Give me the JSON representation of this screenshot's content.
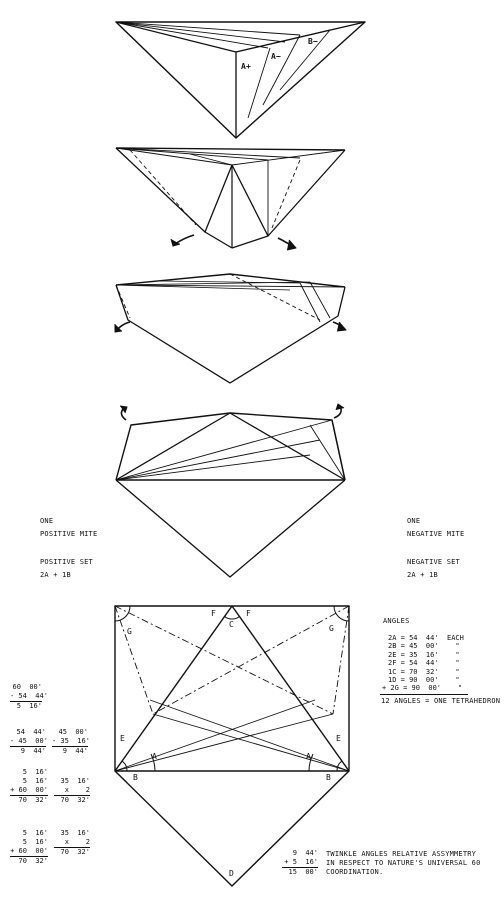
{
  "fig1": {
    "labels": [
      "A+",
      "A−",
      "B−"
    ]
  },
  "positive": {
    "title1": "ONE",
    "title2": "POSITIVE MITE",
    "set": "POSITIVE SET",
    "formula": "2A + 1B"
  },
  "negative": {
    "title1": "ONE",
    "title2": "NEGATIVE MITE",
    "set": "NEGATIVE SET",
    "formula": "2A + 1B"
  },
  "diagram": {
    "vertex_labels": {
      "F_left": "F",
      "F_right": "F",
      "C": "C",
      "G_left": "G",
      "G_right": "G",
      "E_left": "E",
      "E_right": "E",
      "A_left": "A",
      "A_right": "A",
      "B_left": "B",
      "B_right": "B",
      "D": "D"
    }
  },
  "angles": {
    "title": "ANGLES",
    "rows": [
      "2A = 54  44'  EACH",
      "2B = 45  00'    \"",
      "2E = 35  16'    \"",
      "2F = 54  44'    \"",
      "1C = 70  32'    \"",
      "1D = 90  00'    \"",
      "+ 2G = 90  00'    \""
    ],
    "total": "12 ANGLES = ONE TETRAHEDRON"
  },
  "calculations": {
    "c1": [
      "60  00'",
      "- 54  44'",
      "5  16'"
    ],
    "c2": [
      "54  44'",
      "- 45  00'",
      "9  44'"
    ],
    "c3": [
      "45  00'",
      "- 35  16'",
      "9  44'"
    ],
    "c4": [
      "5  16'",
      "5  16'",
      "+ 60  00'",
      "70  32'"
    ],
    "c5": [
      "35  16'",
      "x    2",
      "70  32'"
    ],
    "c6": [
      "5  16'",
      "5  16'",
      "+ 60  00'",
      "70  32'"
    ],
    "c7": [
      "35  16'",
      "x    2",
      "70  32'"
    ],
    "c8": [
      "9  44'",
      "+ 5  16'",
      "15  00'"
    ]
  },
  "note": {
    "line1": "TWINKLE ANGLES RELATIVE ASSYMMETRY",
    "line2": "IN RESPECT TO NATURE'S UNIVERSAL 60",
    "line3": "COORDINATION."
  }
}
